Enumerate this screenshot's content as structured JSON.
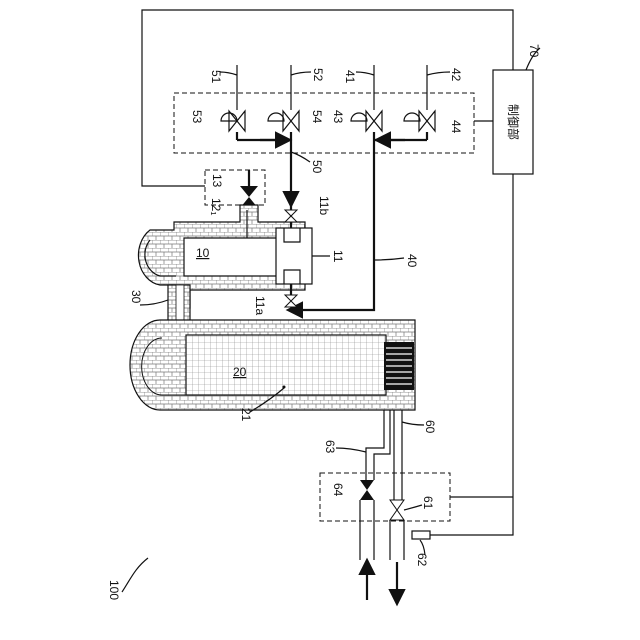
{
  "figure": {
    "fig_number": "100",
    "controller_text": "制御部",
    "labels": {
      "l10": "10",
      "l11": "11",
      "l11a": "11a",
      "l11b": "11b",
      "l12": "12₁",
      "l13": "13",
      "l20": "20",
      "l21": "21",
      "l30": "30",
      "l40": "40",
      "l41": "41",
      "l42": "42",
      "l43": "43",
      "l44": "44",
      "l50": "50",
      "l51": "51",
      "l52": "52",
      "l53": "53",
      "l54": "54",
      "l60": "60",
      "l61": "61",
      "l62": "62",
      "l63": "63",
      "l64": "64",
      "l70": "70"
    }
  },
  "colors": {
    "line": "#111111",
    "background": "#ffffff",
    "hatch": "#777777"
  }
}
